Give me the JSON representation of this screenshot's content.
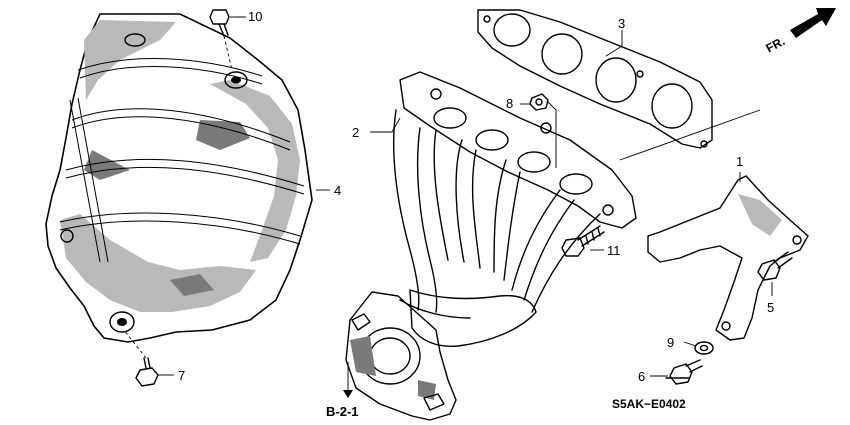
{
  "diagram": {
    "orientation_label": "FR.",
    "section_reference": "B-2-1",
    "diagram_code": "S5AK−E0402",
    "callouts": [
      {
        "id": "c1",
        "label": "1"
      },
      {
        "id": "c2",
        "label": "2"
      },
      {
        "id": "c3",
        "label": "3"
      },
      {
        "id": "c4",
        "label": "4"
      },
      {
        "id": "c5",
        "label": "5"
      },
      {
        "id": "c6",
        "label": "6"
      },
      {
        "id": "c7",
        "label": "7"
      },
      {
        "id": "c8",
        "label": "8"
      },
      {
        "id": "c9",
        "label": "9"
      },
      {
        "id": "c10",
        "label": "10"
      },
      {
        "id": "c11",
        "label": "11"
      }
    ],
    "parts": [
      {
        "callout": "1",
        "icon": "bracket-icon"
      },
      {
        "callout": "2",
        "icon": "exhaust-manifold-icon"
      },
      {
        "callout": "3",
        "icon": "gasket-icon"
      },
      {
        "callout": "4",
        "icon": "heat-shield-icon"
      },
      {
        "callout": "5",
        "icon": "bolt-icon"
      },
      {
        "callout": "6",
        "icon": "bolt-icon"
      },
      {
        "callout": "7",
        "icon": "bolt-icon"
      },
      {
        "callout": "8",
        "icon": "nut-icon"
      },
      {
        "callout": "9",
        "icon": "washer-icon"
      },
      {
        "callout": "10",
        "icon": "bolt-icon"
      },
      {
        "callout": "11",
        "icon": "bolt-icon"
      }
    ]
  }
}
